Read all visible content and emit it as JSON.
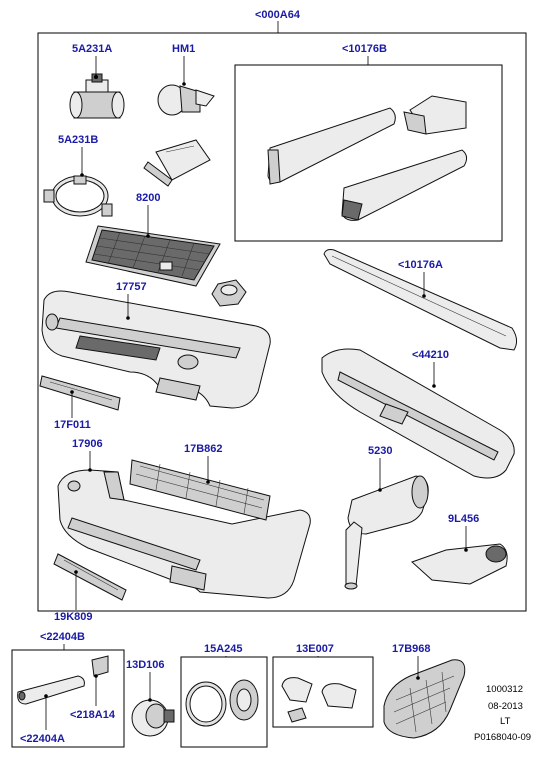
{
  "callouts": {
    "assembly": "<000A64",
    "c_5A231A": "5A231A",
    "c_HM1": "HM1",
    "c_10176B": "<10176B",
    "c_5A231B": "5A231B",
    "c_8200": "8200",
    "c_17757": "17757",
    "c_10176A": "<10176A",
    "c_44210": "<44210",
    "c_17F011": "17F011",
    "c_17906": "17906",
    "c_17B862": "17B862",
    "c_5230": "5230",
    "c_9L456": "9L456",
    "c_19K809": "19K809",
    "c_22404B": "<22404B",
    "c_13D106": "13D106",
    "c_15A245": "15A245",
    "c_13E007": "13E007",
    "c_17B968": "17B968",
    "c_218A14": "<218A14",
    "c_22404A": "<22404A"
  },
  "meta": {
    "line1": "1000312",
    "line2": "08-2013",
    "line3": "LT",
    "line4": "P0168040-09"
  }
}
